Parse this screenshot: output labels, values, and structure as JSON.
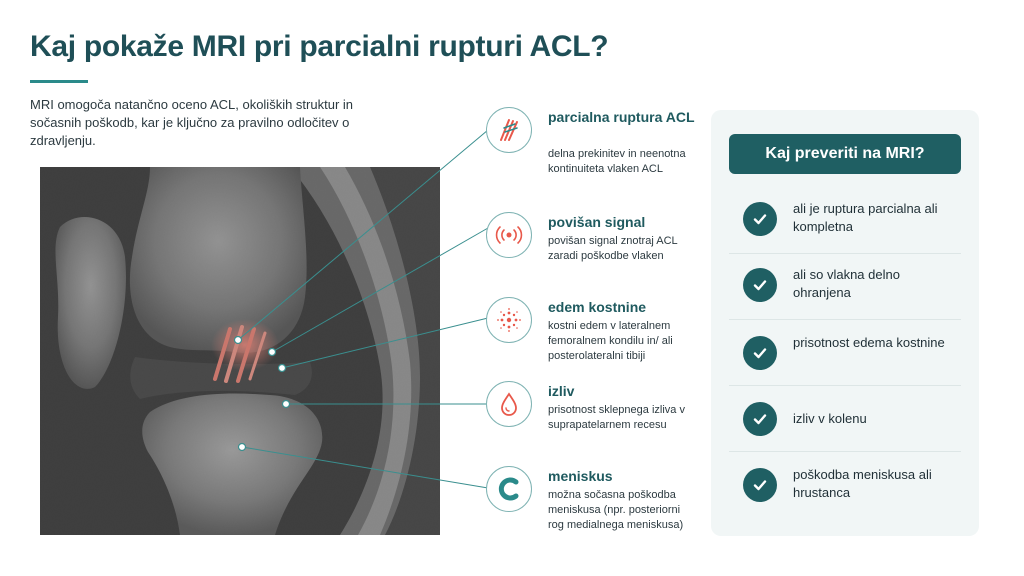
{
  "header": {
    "title": "Kaj pokaže MRI pri parcialni rupturi ACL?",
    "intro": "MRI omogoča natančno oceno ACL, okoliških struktur in sočasnih poškodb, kar je ključno za pravilno odločitev o zdravljenju."
  },
  "features": [
    {
      "title": "parcialna ruptura ACL",
      "description": "delna prekinitev in neenotna kontinuiteta vlaken ACL",
      "icon": "torn-fibers-icon"
    },
    {
      "title": "povišan signal",
      "description": "povišan signal znotraj ACL zaradi poškodbe vlaken",
      "icon": "signal-waves-icon"
    },
    {
      "title": "edem kostnine",
      "description": "kostni edem v lateralnem femoralnem kondilu in/ ali posterolateralni tibiji",
      "icon": "bone-edema-icon"
    },
    {
      "title": "izliv",
      "description": "prisotnost sklepnega izliva v suprapatelarnem recesu",
      "icon": "drop-icon"
    },
    {
      "title": "meniskus",
      "description": "možna sočasna poškodba meniskusa (npr. posteriorni rog medialnega meniskusa)",
      "icon": "meniscus-icon"
    }
  ],
  "checklist": {
    "title": "Kaj preveriti na MRI?",
    "items": [
      "ali je ruptura parcialna ali kompletna",
      "ali so vlakna delno ohranjena",
      "prisotnost edema kostnine",
      "izliv v kolenu",
      "poškodba meniskusa ali hrustanca"
    ]
  },
  "colors": {
    "accent": "#1f5f63",
    "highlight": "#e8584a",
    "icon_border": "#7fb3b3",
    "panel_bg": "#f1f6f6"
  }
}
